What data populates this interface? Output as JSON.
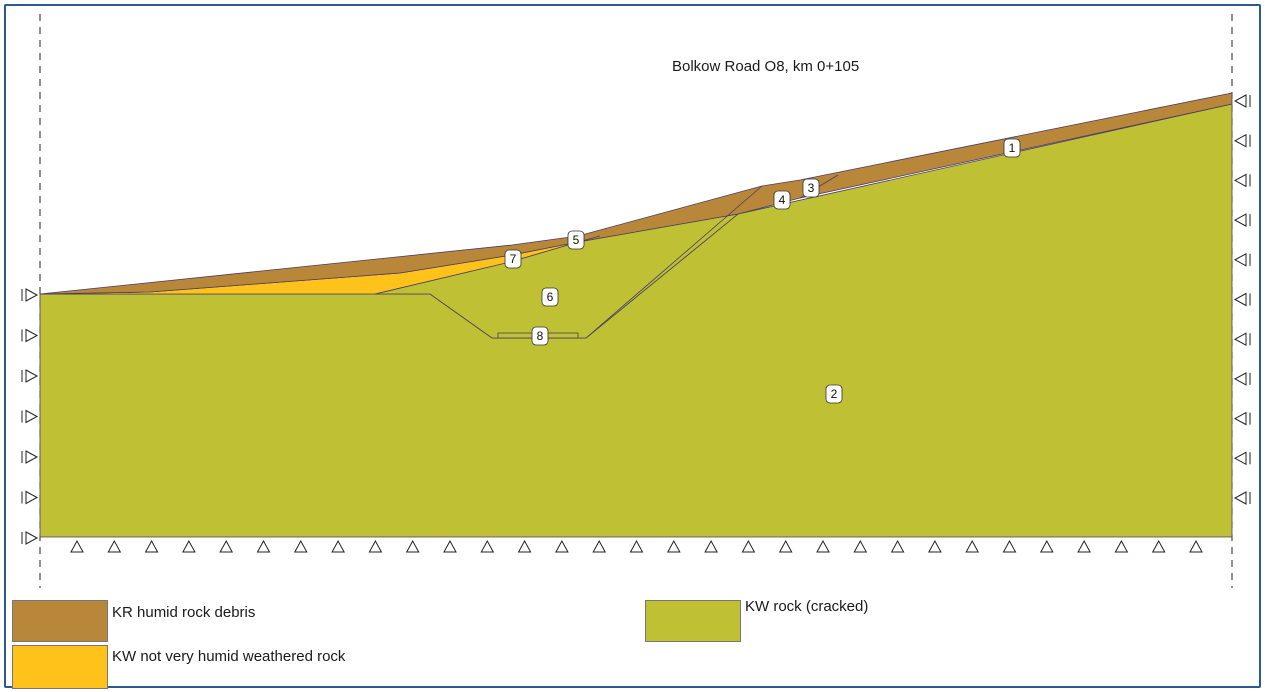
{
  "title": "Bolkow Road O8, km 0+105",
  "colors": {
    "debris": "#b8873a",
    "weathered": "#ffc21a",
    "rock": "#bfc033",
    "line": "#4a3c6a"
  },
  "region_labels": [
    "1",
    "2",
    "3",
    "4",
    "5",
    "6",
    "7",
    "8"
  ],
  "legend": [
    {
      "label": "KR humid rock debris",
      "color_key": "debris"
    },
    {
      "label": "KW not very humid weathered rock",
      "color_key": "weathered"
    },
    {
      "label": "KW rock (cracked)",
      "color_key": "rock"
    }
  ]
}
